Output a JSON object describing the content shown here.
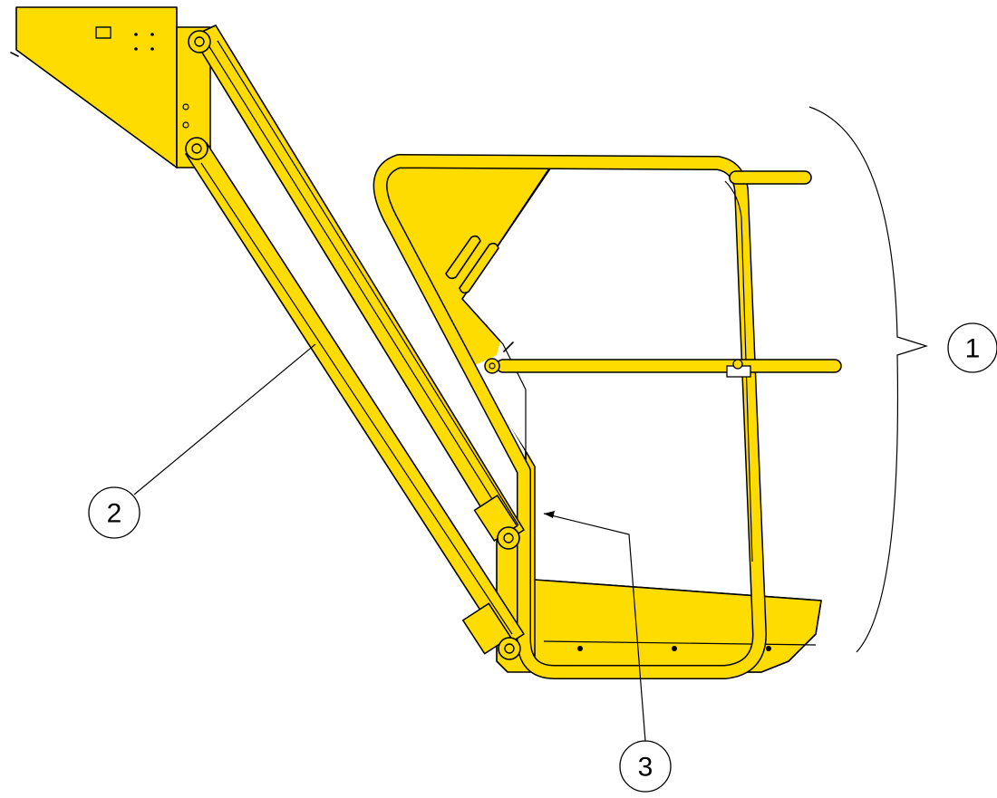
{
  "colors": {
    "body": "#FFDC00",
    "line": "#000000",
    "background": "#FFFFFF"
  },
  "callouts": [
    {
      "id": "1",
      "label": "1"
    },
    {
      "id": "2",
      "label": "2"
    },
    {
      "id": "3",
      "label": "3"
    }
  ]
}
